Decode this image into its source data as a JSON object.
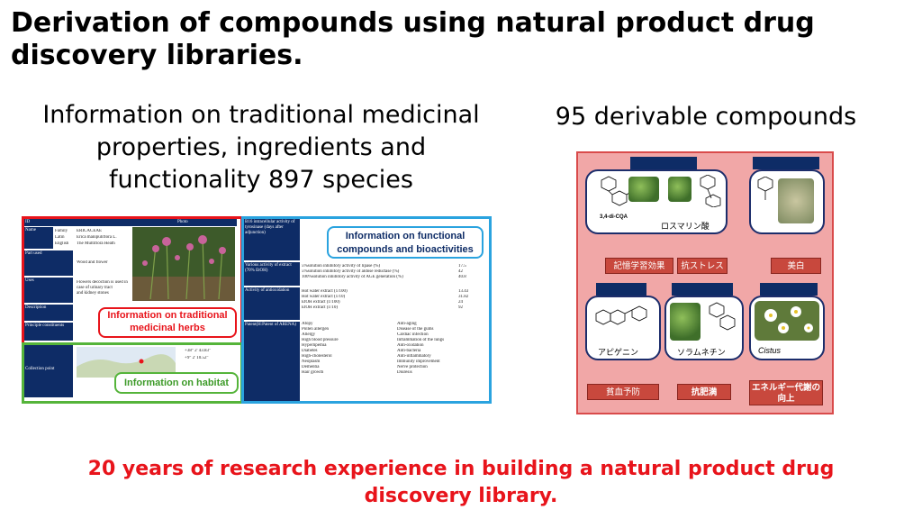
{
  "title": "Derivation of compounds using natural product drug discovery libraries.",
  "left_heading": "Information on traditional medicinal properties, ingredients and functionality 897 species",
  "right_heading": "95 derivable compounds",
  "footer": "20 years of research experience in building a natural product drug discovery library.",
  "db": {
    "callouts": {
      "herbs": "Information on traditional medicinal herbs",
      "habitat": "Information on habitat",
      "functional": "Information on functional compounds and bioactivities"
    },
    "herb_sheet": {
      "id_label": "ID",
      "photo_label": "Photo",
      "name_label": "Name",
      "family_label": "Family",
      "latin_label": "Latin",
      "english_label": "English",
      "family_value": "ERICACEAE",
      "latin_value": "Erica manipuliflora L.",
      "english_value": "The Multiflora Heath",
      "part_label": "Part used",
      "part_value": "Wood and flower",
      "uses_label": "Uses",
      "description_label": "Description",
      "constituents_label": "Principle constituents",
      "collection_label": "Collection point",
      "coord1": "+38° 2' 43.83\"",
      "coord2": "+9° 2' 10.52\""
    },
    "func_sheet": {
      "row1_label": "B16 intracellular activity of tyrosinase (days after adjunction)",
      "row2_label": "Various activity of extract (70% EtOH)",
      "row3_label": "Activity of antioxidation",
      "row4_label": "Patent(H:Patent of ARENA)",
      "act_rows": [
        "5%solution inhibitory activity of lipase (%)",
        "5%solution inhibitory activity of aldose reductase (%)",
        "100%solution inhibitory activity of AGE generation (%)"
      ],
      "act_values": [
        "17.5",
        "42",
        "40.8"
      ],
      "anti_rows": [
        "Hot water extract (1/100)",
        "Hot water extract (1/10)",
        "EtOH extract (1/100)",
        "EtOH extract (1/10)"
      ],
      "anti_values": [
        "13.43",
        "31.82",
        "24",
        "92"
      ],
      "patent_left": [
        "Atopy",
        "Pollen allergen",
        "Allergy",
        "High blood pressure",
        "Hyperlipemia",
        "Diabetes",
        "High-cholesterol",
        "Neoplasm",
        "Dementia",
        "Hair growth"
      ],
      "patent_right": [
        "Anti-aging",
        "Disease of the gums",
        "Cardiac infection",
        "Inflammation of the lungs",
        "Anti-oxidation",
        "Anti-bacteria",
        "Anti-inflammatory",
        "Immunity improvement",
        "Nerve protection",
        "Diuresis"
      ]
    }
  },
  "compounds": {
    "top_left_chem": "3,4-di-CQA",
    "top_left_name": "ロスマリン酸",
    "bottom_left_name": "アピゲニン",
    "bottom_mid_name": "ソラムネチン",
    "bottom_right_name": "Cistus",
    "labels": [
      "記憶学習効果",
      "抗ストレス",
      "美白",
      "貧血予防",
      "抗肥満",
      "エネルギー代謝の向上"
    ]
  },
  "colors": {
    "title": "#000000",
    "footer": "#e8141b",
    "herb_border": "#e8141b",
    "habitat_border": "#55b43a",
    "func_border": "#2aa3df",
    "panel_bg": "#f1a7a7",
    "navy": "#0e2c66"
  }
}
